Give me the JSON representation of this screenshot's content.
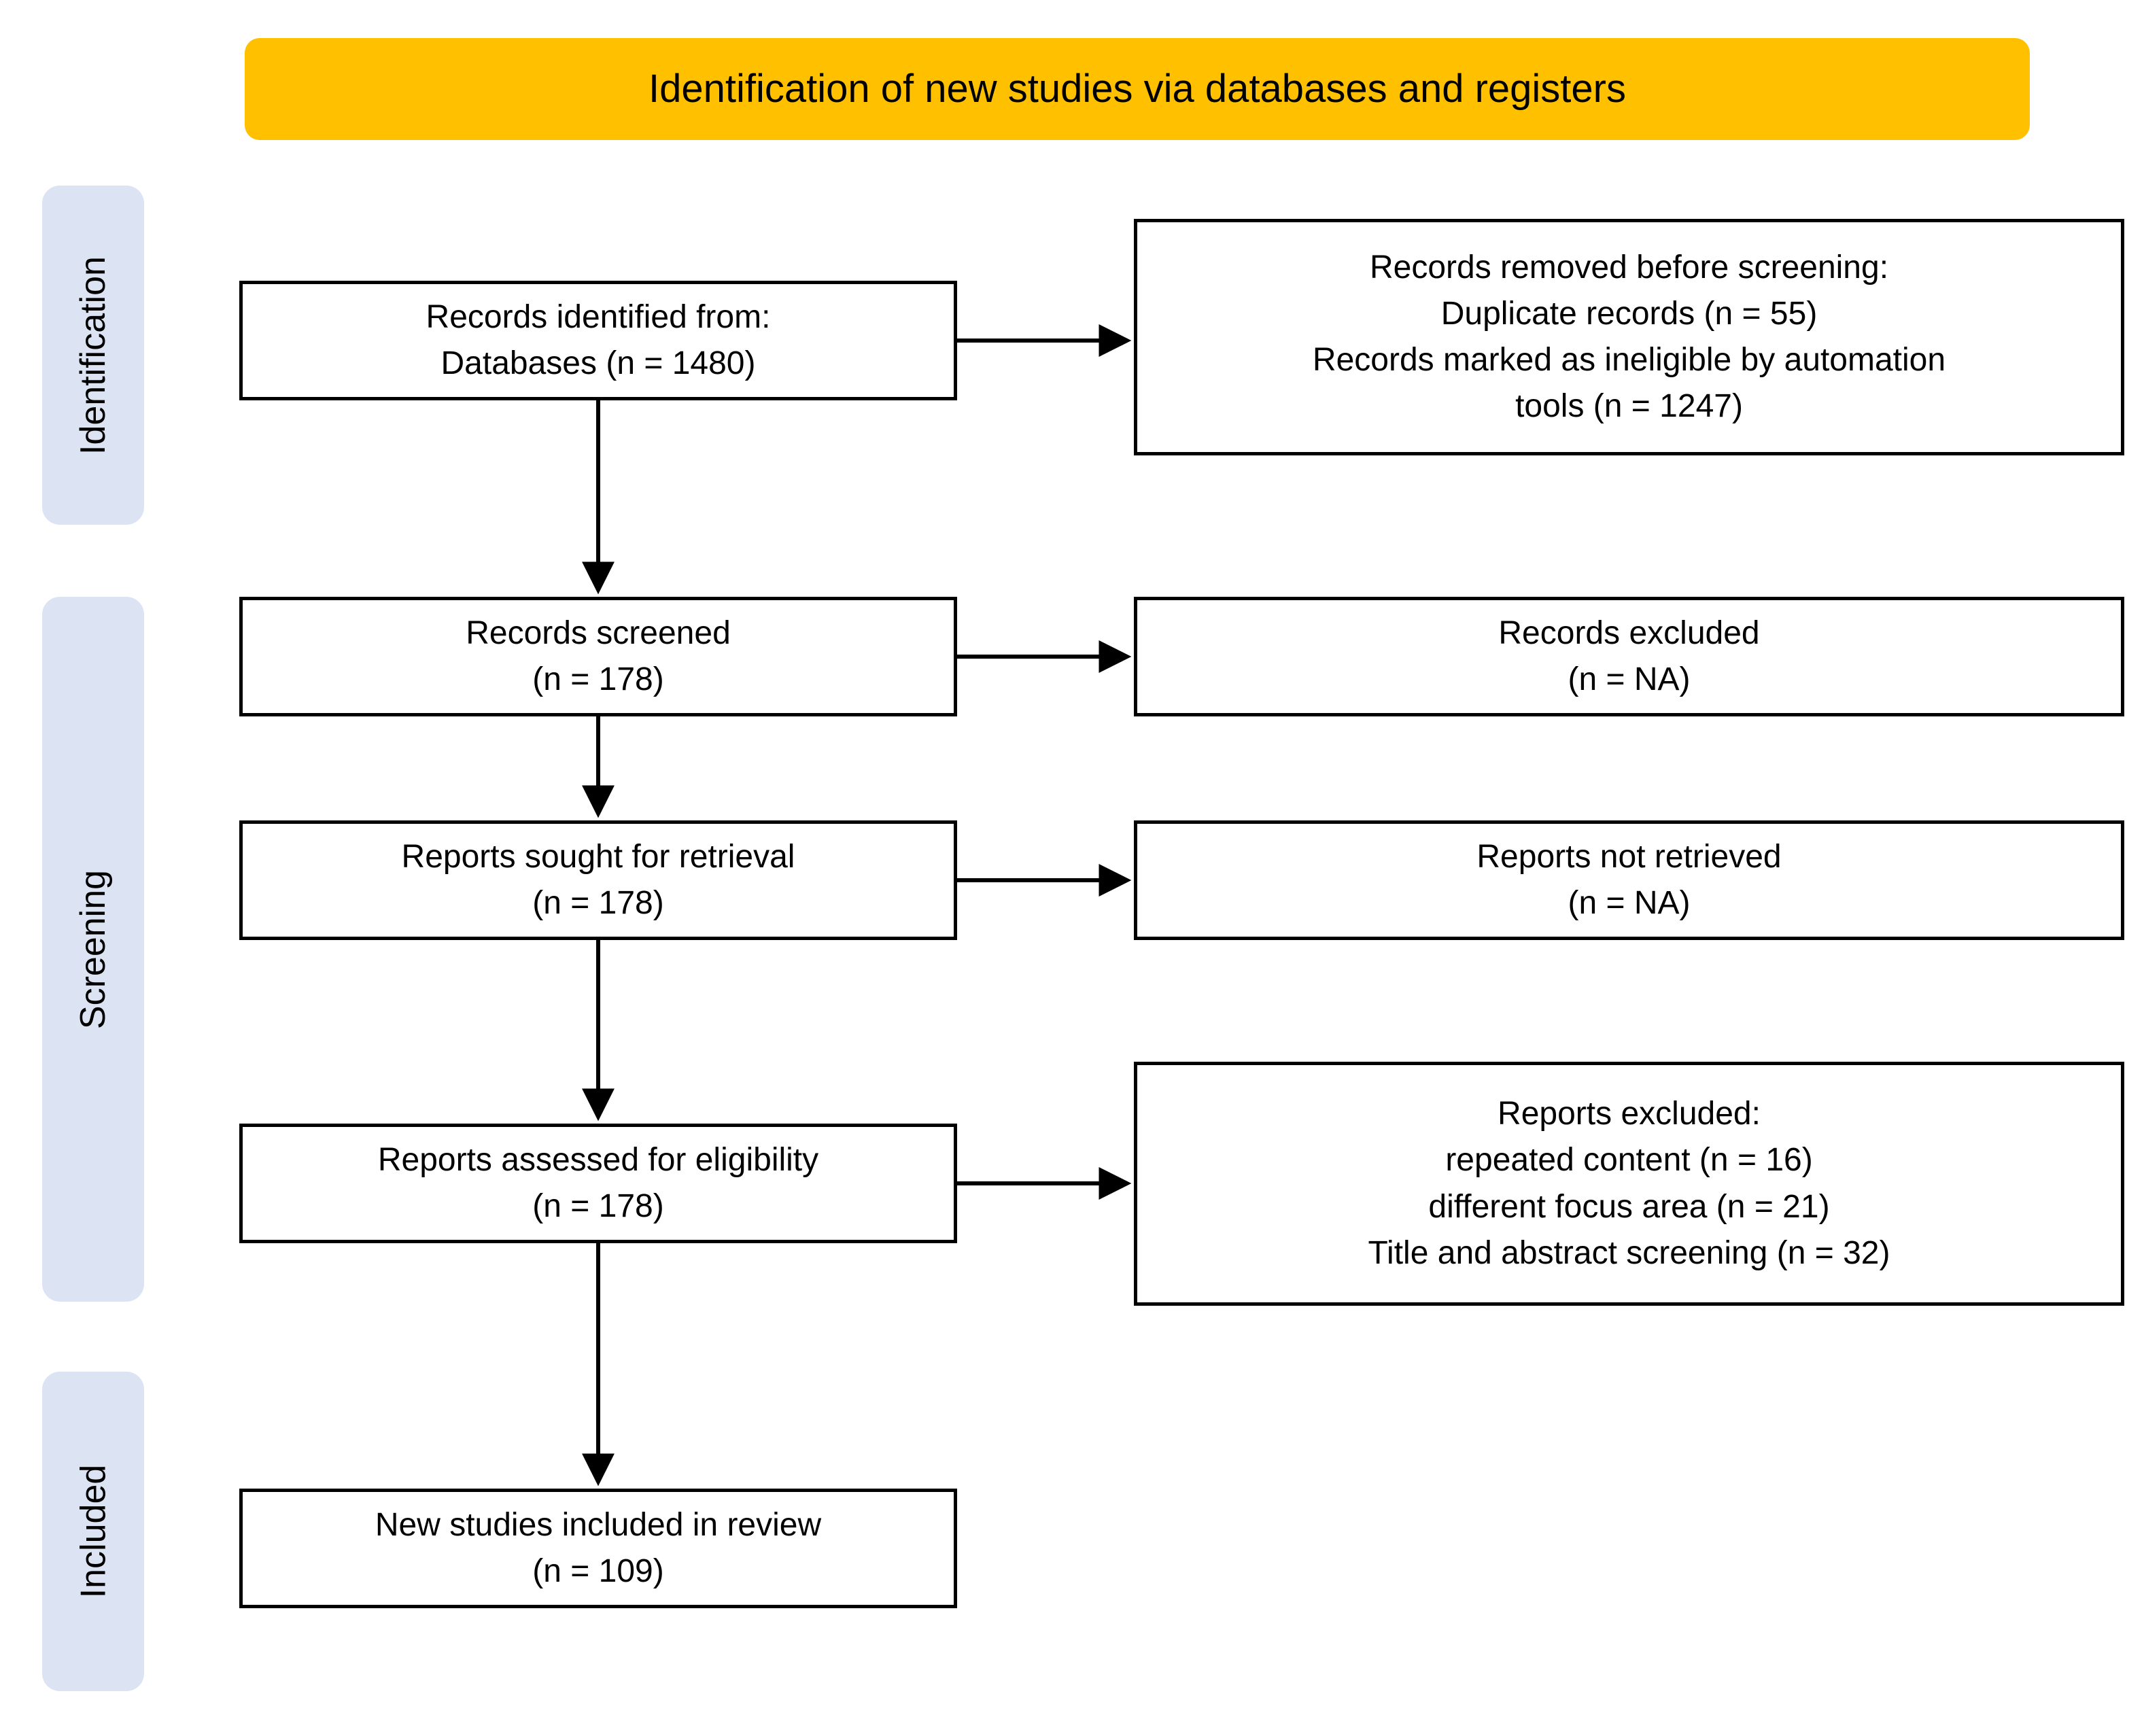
{
  "header": {
    "title": "Identification of new studies via databases and registers",
    "background_color": "#FFC000"
  },
  "stages": {
    "identification": "Identification",
    "screening": "Screening",
    "included": "Included",
    "background_color": "#DCE4F4"
  },
  "boxes": {
    "identified": {
      "line1": "Records identified from:",
      "line2": "Databases (n = 1480)"
    },
    "removed": {
      "line1": "Records removed before screening:",
      "line2": "Duplicate records (n = 55)",
      "line3": "Records marked as ineligible by automation",
      "line4": "tools (n = 1247)"
    },
    "screened": {
      "line1": "Records screened",
      "line2": "(n = 178)"
    },
    "records_excluded": {
      "line1": "Records excluded",
      "line2": "(n = NA)"
    },
    "sought": {
      "line1": "Reports sought for retrieval",
      "line2": "(n = 178)"
    },
    "not_retrieved": {
      "line1": "Reports not retrieved",
      "line2": "(n = NA)"
    },
    "assessed": {
      "line1": "Reports assessed  for eligibility",
      "line2": "(n = 178)"
    },
    "reports_excluded": {
      "line1": "Reports excluded:",
      "line2": "repeated content (n =  16)",
      "line3": "different focus area (n =  21)",
      "line4": "Title and abstract screening (n =  32)"
    },
    "included": {
      "line1": "New studies included in review",
      "line2": "(n = 109)"
    }
  },
  "counts": {
    "databases_identified": 1480,
    "duplicate_records_removed": 55,
    "ineligible_by_automation_removed": 1247,
    "records_screened": 178,
    "records_excluded": "NA",
    "reports_sought": 178,
    "reports_not_retrieved": "NA",
    "reports_assessed": 178,
    "excluded_repeated_content": 16,
    "excluded_different_focus_area": 21,
    "excluded_title_abstract_screening": 32,
    "new_studies_included": 109
  }
}
